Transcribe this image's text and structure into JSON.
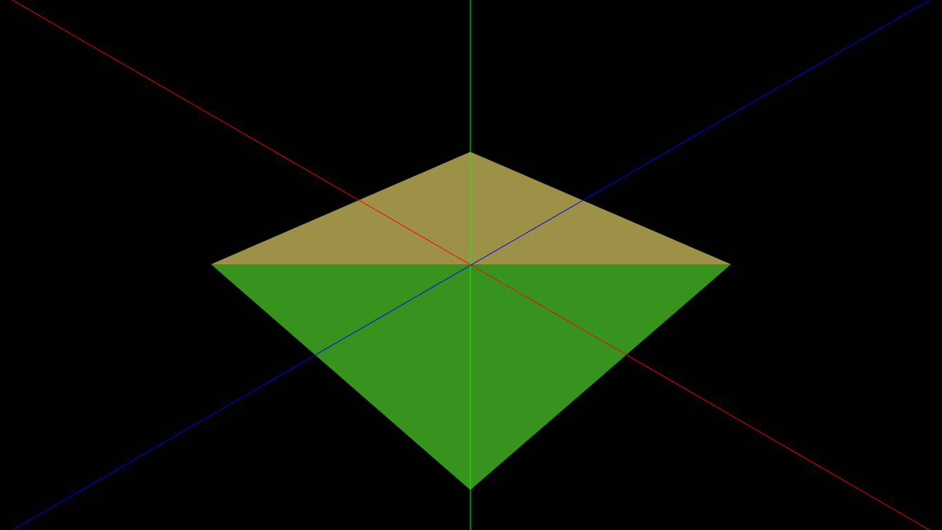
{
  "scene": {
    "background_color": "#000000",
    "pyramid": {
      "top_face_color": "#9c9146",
      "front_face_color": "#37931d"
    },
    "axes": [
      {
        "name": "x-axis",
        "color": "#ff0000"
      },
      {
        "name": "y-axis",
        "color": "#00ff00"
      },
      {
        "name": "z-axis",
        "color": "#0000ff"
      }
    ]
  }
}
